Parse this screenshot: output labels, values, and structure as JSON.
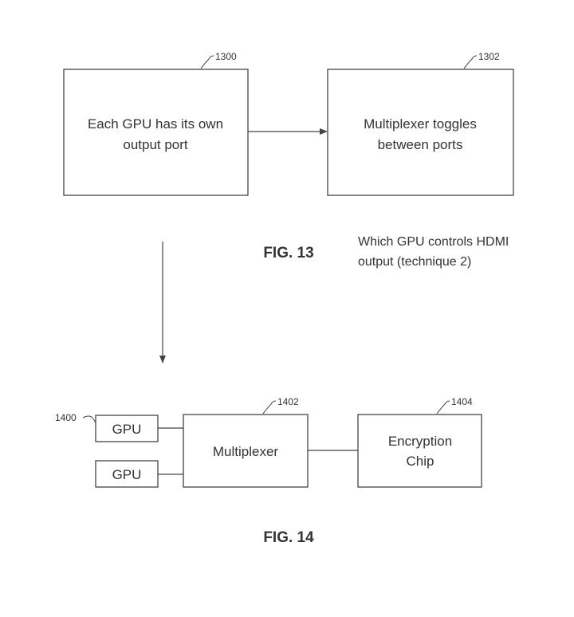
{
  "fig13": {
    "box1": {
      "ref": "1300",
      "line1": "Each GPU has its own",
      "line2": "output port"
    },
    "box2": {
      "ref": "1302",
      "line1": "Multiplexer toggles",
      "line2": "between ports"
    },
    "label": "FIG. 13",
    "caption": {
      "line1": "Which GPU controls HDMI",
      "line2": "output (technique 2)"
    }
  },
  "fig14": {
    "gpu_group_ref": "1400",
    "gpu1": "GPU",
    "gpu2": "GPU",
    "multiplexer": {
      "ref": "1402",
      "label": "Multiplexer"
    },
    "encryption_chip": {
      "ref": "1404",
      "line1": "Encryption",
      "line2": "Chip"
    },
    "label": "FIG. 14"
  }
}
